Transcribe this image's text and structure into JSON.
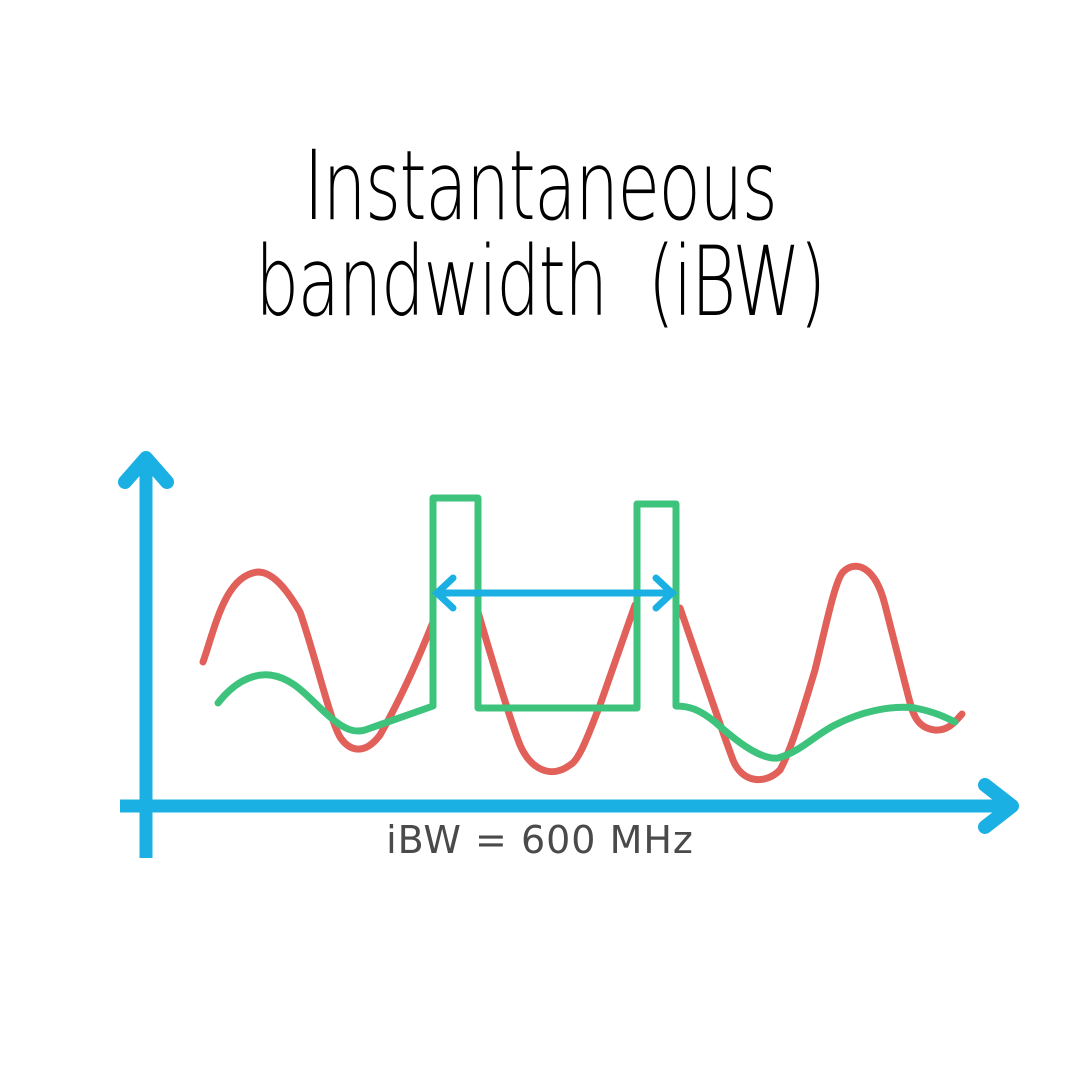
{
  "title": {
    "line1": "Instantaneous",
    "line2": "bandwidth  (iBW)"
  },
  "caption": "iBW = 600 MHz",
  "colors": {
    "axis": "#1ab0e3",
    "red_signal": "#e2605a",
    "green_signal": "#3ec37c",
    "text": "#000000",
    "caption_text": "#4a4a4a",
    "background": "#ffffff"
  },
  "diagram": {
    "axes": [
      "y-axis-arrow",
      "x-axis-arrow"
    ],
    "signals": [
      "red-wave",
      "green-band-waveform"
    ],
    "bandwidth_marker": "double-headed-arrow between two green peaks"
  }
}
